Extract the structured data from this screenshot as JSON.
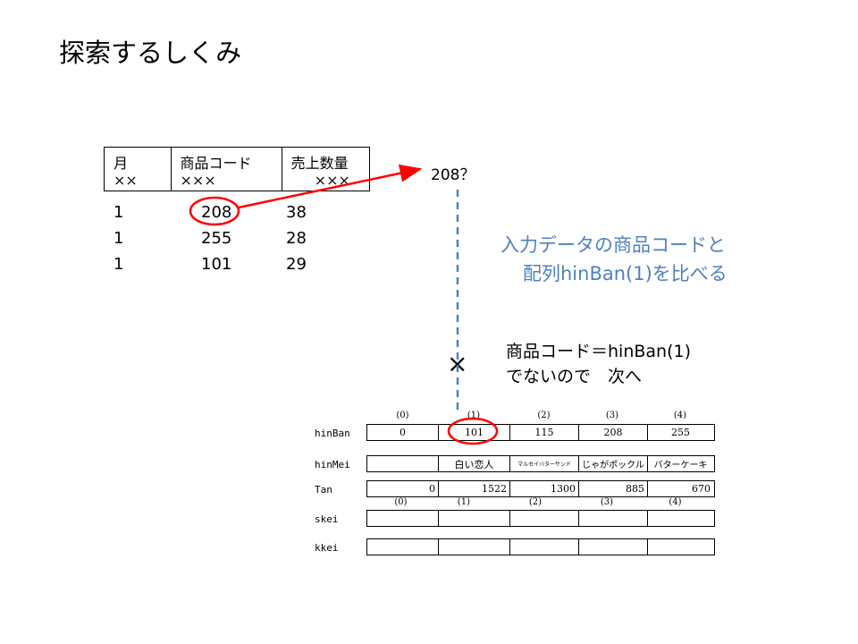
{
  "title": "探索するしくみ",
  "record_table": {
    "headers": [
      "月",
      "商品コード",
      "売上数量"
    ],
    "values": [
      "××",
      "×××",
      "×××"
    ]
  },
  "data_rows": [
    [
      "1",
      "208",
      "38"
    ],
    [
      "1",
      "255",
      "28"
    ],
    [
      "1",
      "101",
      "29"
    ]
  ],
  "query_label": "208？",
  "blue_note": [
    "入力データの商品コードと",
    "配列hinBan(1)を比べる"
  ],
  "compare_mark": "×",
  "compare_note": [
    "商品コード＝hinBan(1)",
    "でないので　次へ"
  ],
  "indices": [
    "(0)",
    "(1)",
    "(2)",
    "(3)",
    "(4)"
  ],
  "arrays": [
    {
      "label": "hinBan",
      "cells": [
        "0",
        "101",
        "115",
        "208",
        "255"
      ]
    },
    {
      "label": "hinMei",
      "cells": [
        "",
        "白い恋人",
        "マルセイバターサンド",
        "じゃがポックル",
        "バターケーキ"
      ]
    },
    {
      "label": "Tan",
      "cells": [
        "0",
        "1522",
        "1300",
        "885",
        "670"
      ]
    },
    {
      "label": "skei",
      "cells": [
        "",
        "",
        "",
        "",
        ""
      ]
    },
    {
      "label": "kkei",
      "cells": [
        "",
        "",
        "",
        "",
        ""
      ]
    }
  ],
  "colors": {
    "highlight": "#ff0000",
    "note": "#4f81bd",
    "dashed_line": "#4f81bd"
  }
}
